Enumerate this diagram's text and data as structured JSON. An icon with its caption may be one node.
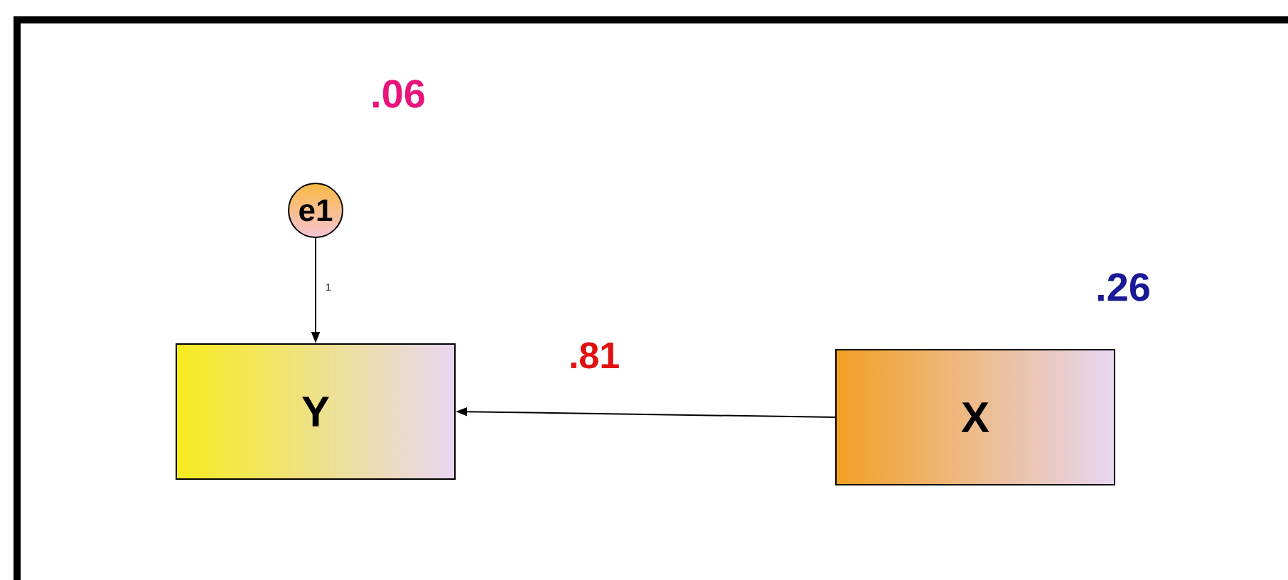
{
  "diagram": {
    "nodes": [
      {
        "text": [
          "e1"
        ],
        "beside": [
          ".06"
        ]
      },
      {
        "text": [
          "Y"
        ]
      },
      {
        "text": [
          "X"
        ],
        "beside": [
          ".26"
        ]
      }
    ],
    "edges": [
      {
        "from": 0,
        "to": 1,
        "arrow": "to",
        "label": "1"
      },
      {
        "from": 2,
        "to": 1,
        "arrow": "to",
        "label": ".81"
      }
    ]
  }
}
